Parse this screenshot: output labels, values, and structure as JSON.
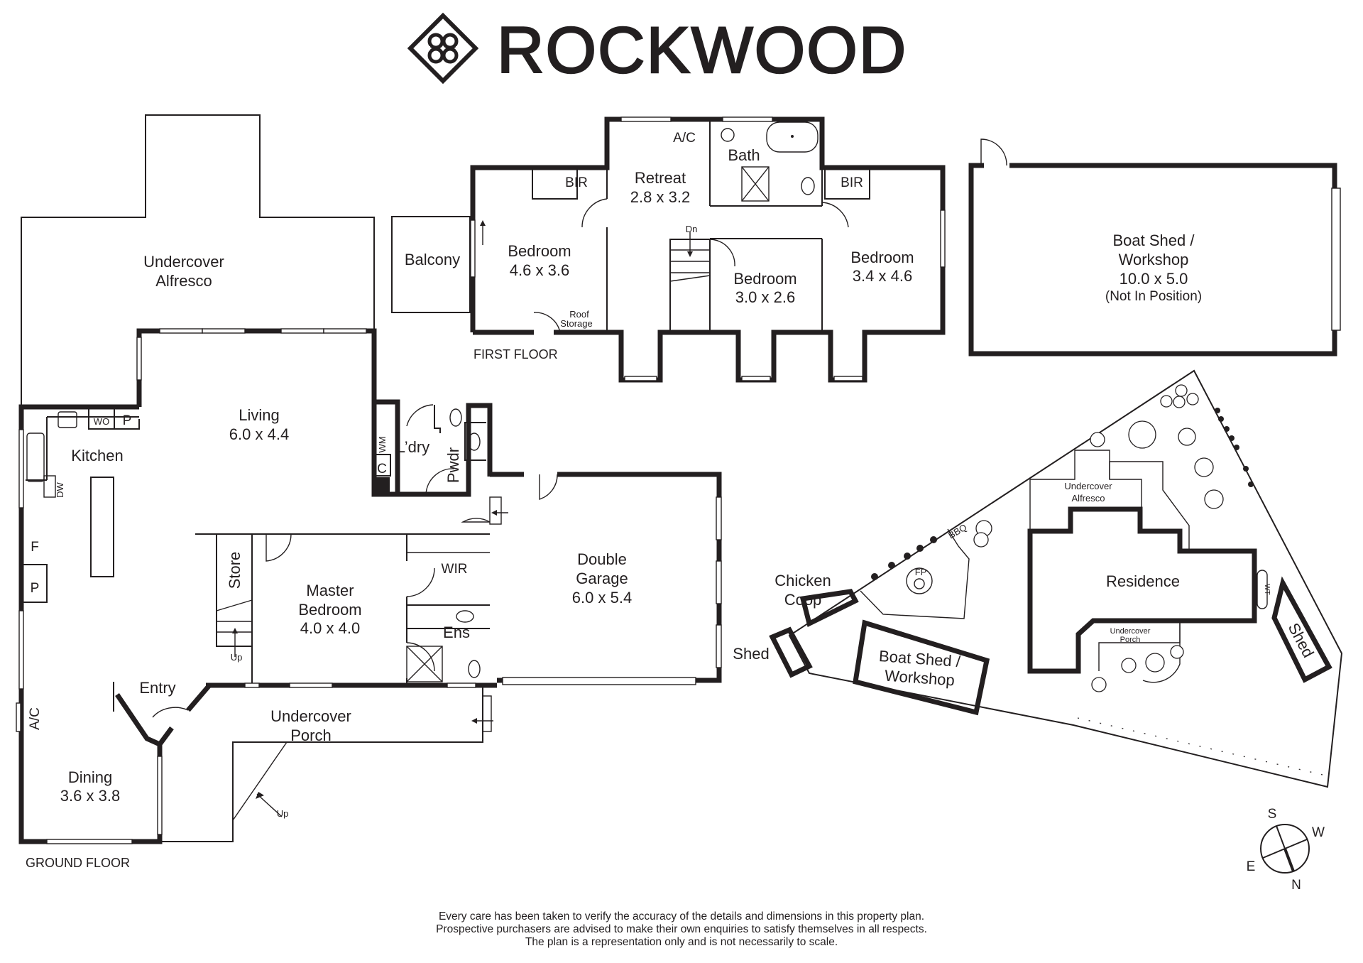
{
  "brand": {
    "name": "ROCKWOOD",
    "logo_icon": "rockwood-diamond-logo-icon"
  },
  "first_floor": {
    "label": "FIRST FLOOR",
    "rooms": [
      {
        "name": "Bedroom",
        "dims": "4.6 x 3.6"
      },
      {
        "name": "Retreat",
        "dims": "2.8 x 3.2"
      },
      {
        "name": "Bath",
        "dims": ""
      },
      {
        "name": "Bedroom",
        "dims": "3.0 x 2.6"
      },
      {
        "name": "Bedroom",
        "dims": "3.4 x 4.6"
      }
    ],
    "annotations": {
      "balcony": "Balcony",
      "bir_left": "BIR",
      "bir_right": "BIR",
      "ac": "A/C",
      "stairs": "Dn",
      "roof_storage_line1": "Roof",
      "roof_storage_line2": "Storage"
    }
  },
  "boat_shed": {
    "line1": "Boat Shed /",
    "line2": "Workshop",
    "dims": "10.0 x 5.0",
    "note": "(Not In Position)"
  },
  "ground_floor": {
    "label": "GROUND FLOOR",
    "rooms": [
      {
        "name": "Undercover",
        "name2": "Alfresco",
        "dims": ""
      },
      {
        "name": "Living",
        "dims": "6.0 x 4.4"
      },
      {
        "name": "Kitchen",
        "dims": ""
      },
      {
        "name": "Master",
        "name2": "Bedroom",
        "dims": "4.0 x 4.0"
      },
      {
        "name": "Double",
        "name2": "Garage",
        "dims": "6.0 x 5.4"
      },
      {
        "name": "Dining",
        "dims": "3.6 x 3.8"
      },
      {
        "name": "Undercover",
        "name2": "Porch",
        "dims": ""
      },
      {
        "name": "Entry",
        "dims": ""
      }
    ],
    "annotations": {
      "laundry": "L’dry",
      "powder": "Pwdr",
      "wm": "WM",
      "c": "C",
      "wo": "WO",
      "pantry_top": "P",
      "pantry_side": "P",
      "fridge": "F",
      "dw": "DW",
      "store": "Store",
      "wir": "WIR",
      "ens": "Ens",
      "ac": "A/C",
      "stairs_up": "Up",
      "porch_up": "Up"
    }
  },
  "site_plan": {
    "residence": "Residence",
    "alfresco_line1": "Undercover",
    "alfresco_line2": "Alfresco",
    "porch_line1": "Undercover",
    "porch_line2": "Porch",
    "boat_shed_line1": "Boat Shed /",
    "boat_shed_line2": "Workshop",
    "chicken_coop_line1": "Chicken",
    "chicken_coop_line2": "Coop",
    "shed_left": "Shed",
    "shed_right": "Shed",
    "bbq": "BBQ",
    "fire_pit": "FP",
    "water_tank": "WT"
  },
  "compass": {
    "s": "S",
    "w": "W",
    "e": "E",
    "n": "N"
  },
  "disclaimer": [
    "Every care has been taken to verify the accuracy of the details and dimensions in this property plan.",
    "Prospective purchasers are advised to make their own enquiries to satisfy themselves in all respects.",
    "The plan is a representation only and is not necessarily to scale."
  ]
}
